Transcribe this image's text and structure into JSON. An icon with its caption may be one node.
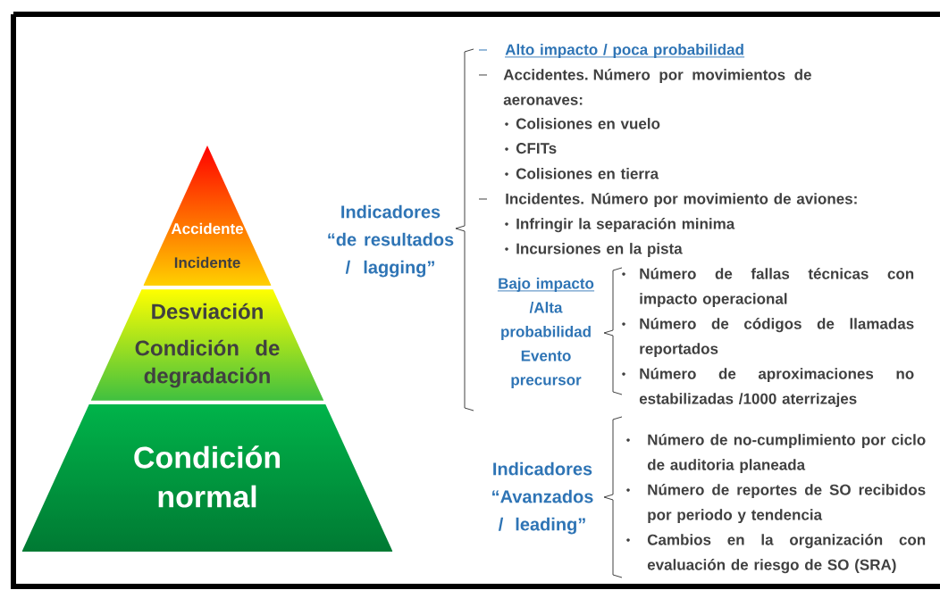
{
  "diagram": {
    "nodes": [
      {
        "text": [
          "Accidente",
          "Incidente"
        ]
      },
      {
        "text": [
          "Desviación",
          "Condición de degradación"
        ]
      },
      {
        "text": [
          "Condición normal"
        ]
      }
    ],
    "labels": [
      "Indicadores “de resultados / lagging”",
      "Alto impacto / poca probabilidad",
      "Accidentes. Número por movimientos de aeronaves:",
      "Colisiones en vuelo",
      "CFITs",
      "Colisiones en tierra",
      "Incidentes. Número por movimiento de aviones:",
      "Infringir la separación minima",
      "Incursiones en la pista",
      "Bajo impacto",
      "/Alta probabilidad Evento precursor",
      "Número de fallas técnicas con impacto operacional",
      "Número de códigos de llamadas reportados",
      "Número de aproximaciones no estabilizadas /1000 aterrizajes",
      "Indicadores “Avanzados / leading”",
      "Número de no-cumplimiento por ciclo de auditoria planeada",
      "Número de reportes de SO recibidos por periodo y tendencia",
      "Cambios en la organización con evaluación de riesgo de SO (SRA)"
    ]
  }
}
